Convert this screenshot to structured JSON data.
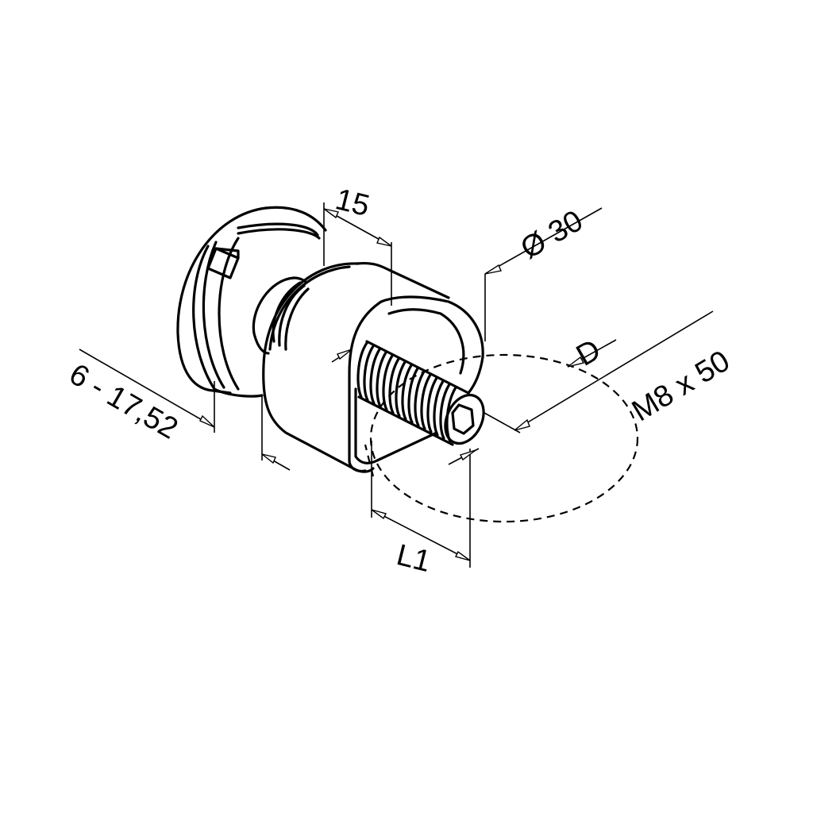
{
  "drawing": {
    "subject": "glass adapter / point fixing with threaded stud",
    "line_color": "#000000",
    "background": "#ffffff"
  },
  "dimensions": {
    "width_15": "15",
    "diameter": "Ø 30",
    "glass_thickness": "6 - 17,52",
    "d": "D",
    "thread": "M8 x 50",
    "l1": "L1"
  }
}
